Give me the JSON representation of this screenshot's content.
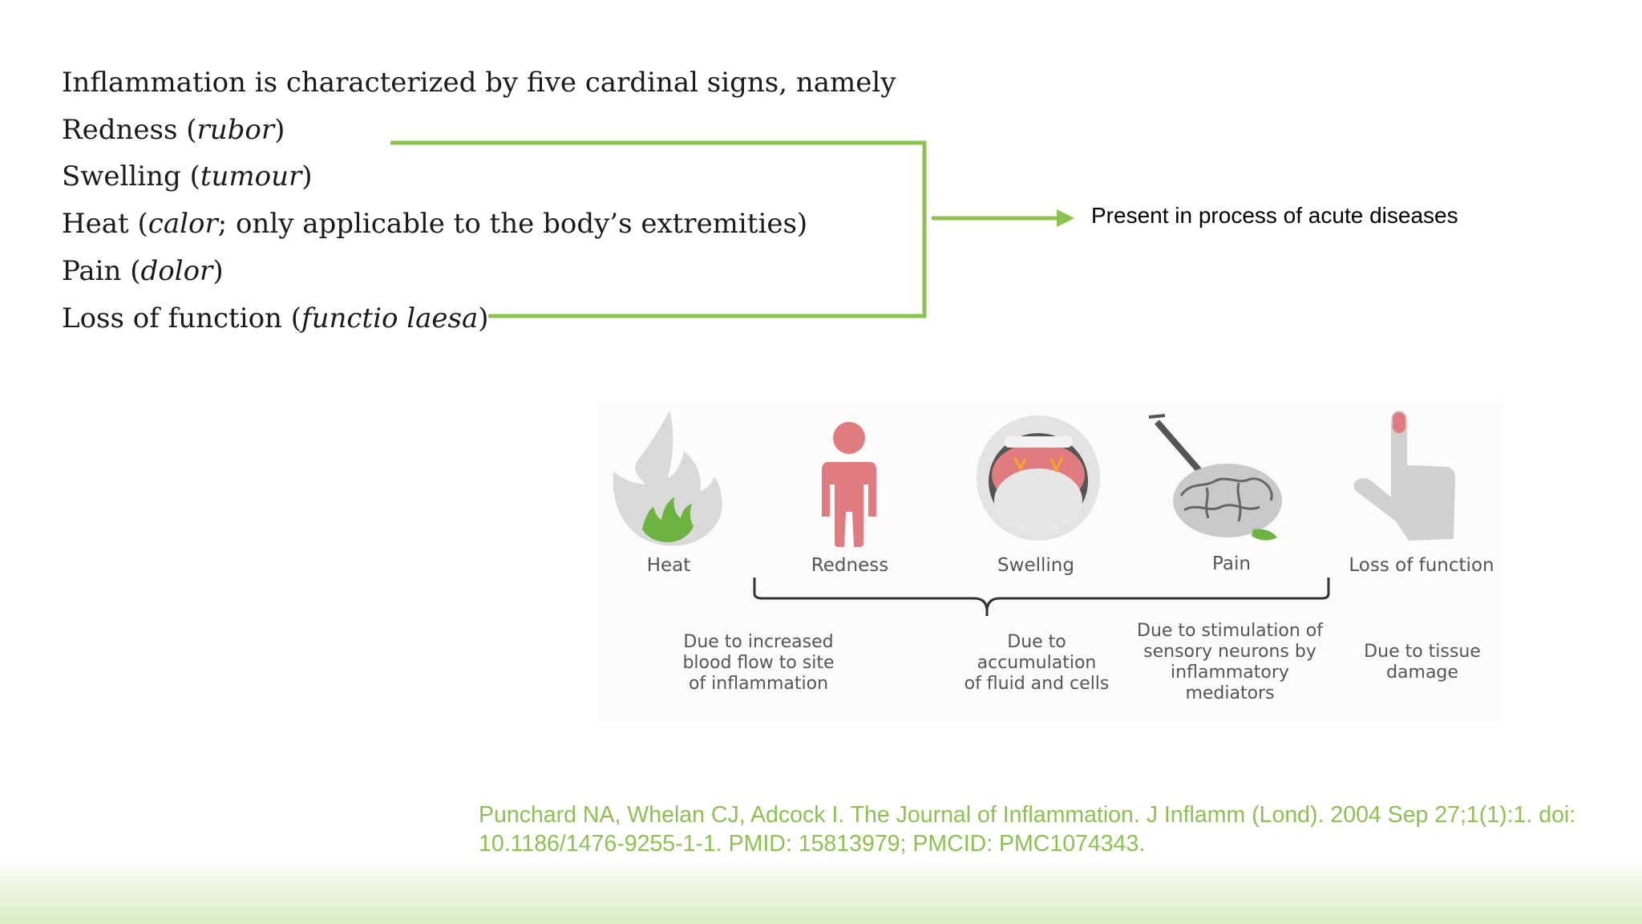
{
  "intro": "Inflammation is characterized by five cardinal signs, namely",
  "signs": [
    {
      "text": "Redness (",
      "latin": "rubor",
      "after": ")"
    },
    {
      "text": "Swelling (",
      "latin": "tumour",
      "after": ")"
    },
    {
      "text": "Heat (",
      "latin": "calor",
      "after": "; only applicable to the body’s extremities)"
    },
    {
      "text": "Pain (",
      "latin": "dolor",
      "after": ")"
    },
    {
      "text": "Loss of function (",
      "latin": "functio laesa",
      "after": ")"
    }
  ],
  "callout": "Present in process of acute diseases",
  "accent_color": "#8cc152",
  "figure": {
    "labels": [
      "Heat",
      "Redness",
      "Swelling",
      "Pain",
      "Loss of function"
    ],
    "descriptions": [
      [
        "Due to increased",
        "blood flow to site",
        "of inflammation"
      ],
      [
        "Due to",
        "accumulation",
        "of fluid and cells"
      ],
      [
        "Due to stimulation of",
        "sensory neurons by",
        "inflammatory",
        "mediators"
      ],
      [
        "Due to tissue",
        "damage"
      ]
    ],
    "icons": [
      "flame-icon",
      "person-icon",
      "swollen-mouth-icon",
      "brain-needle-icon",
      "finger-icon"
    ]
  },
  "citation": {
    "line1": "Punchard NA, Whelan CJ, Adcock I. The Journal of Inflammation. J Inflamm (Lond). 2004 Sep 27;1(1):1. doi:",
    "line2": "10.1186/1476-9255-1-1. PMID: 15813979; PMCID: PMC1074343."
  }
}
